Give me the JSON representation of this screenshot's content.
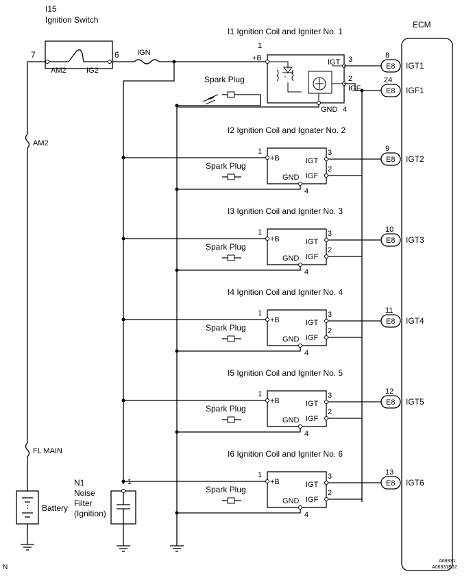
{
  "switch": {
    "id": "I15",
    "name": "Ignition Switch",
    "pin_left": "7",
    "pin_right": "6",
    "label_am2": "AM2",
    "label_ig2": "IG2"
  },
  "fuses": {
    "ign": "IGN",
    "am2": "AM2",
    "fl_main": "FL MAIN"
  },
  "battery": {
    "label": "Battery"
  },
  "noise_filter": {
    "id": "N1",
    "line1": "Noise",
    "line2": "Filter",
    "line3": "(Ignition)",
    "pin": "1"
  },
  "ecm": {
    "title": "ECM",
    "connector": "E8"
  },
  "spark_plug_label": "Spark Plug",
  "coils": [
    {
      "title": "I1 Ignition Coil and Igniter No. 1",
      "pin_b": "1",
      "label_b": "+B",
      "label_igt": "IGT",
      "pin_igt": "3",
      "label_igf": "IGF",
      "pin_igf": "2",
      "label_gnd": "GND",
      "pin_gnd": "4",
      "ecm_pin_igt": "8",
      "ecm_igt": "IGT1",
      "ecm_pin_igf": "24",
      "ecm_igf": "IGF1"
    },
    {
      "title": "I2 Ignition Coil and Ignater No. 2",
      "pin_b": "1",
      "label_b": "+B",
      "label_igt": "IGT",
      "pin_igt": "3",
      "label_igf": "IGF",
      "pin_igf": "2",
      "label_gnd": "GND",
      "pin_gnd": "4",
      "ecm_pin_igt": "9",
      "ecm_igt": "IGT2"
    },
    {
      "title": "I3 Ignition Coil and Igniter No. 3",
      "pin_b": "1",
      "label_b": "+B",
      "label_igt": "IGT",
      "pin_igt": "3",
      "label_igf": "IGF",
      "pin_igf": "2",
      "label_gnd": "GND",
      "pin_gnd": "4",
      "ecm_pin_igt": "10",
      "ecm_igt": "IGT3"
    },
    {
      "title": "I4 Ignition Coil  and Igniter No. 4",
      "pin_b": "1",
      "label_b": "+B",
      "label_igt": "IGT",
      "pin_igt": "3",
      "label_igf": "IGF",
      "pin_igf": "2",
      "label_gnd": "GND",
      "pin_gnd": "4",
      "ecm_pin_igt": "11",
      "ecm_igt": "IGT4"
    },
    {
      "title": "I5 Ignition Coil and Igniter No. 5",
      "pin_b": "1",
      "label_b": "+B",
      "label_igt": "IGT",
      "pin_igt": "3",
      "label_igf": "IGF",
      "pin_igf": "2",
      "label_gnd": "GND",
      "pin_gnd": "4",
      "ecm_pin_igt": "12",
      "ecm_igt": "IGT5"
    },
    {
      "title": "I6 Ignition Coil and Igniter No. 6",
      "pin_b": "1",
      "label_b": "+B",
      "label_igt": "IGT",
      "pin_igt": "3",
      "label_igf": "IGF",
      "pin_igf": "2",
      "label_gnd": "GND",
      "pin_gnd": "4",
      "ecm_pin_igt": "13",
      "ecm_igt": "IGT6"
    }
  ],
  "footer": {
    "left": "N",
    "code1": "A68831",
    "code2": "A06831E02"
  }
}
